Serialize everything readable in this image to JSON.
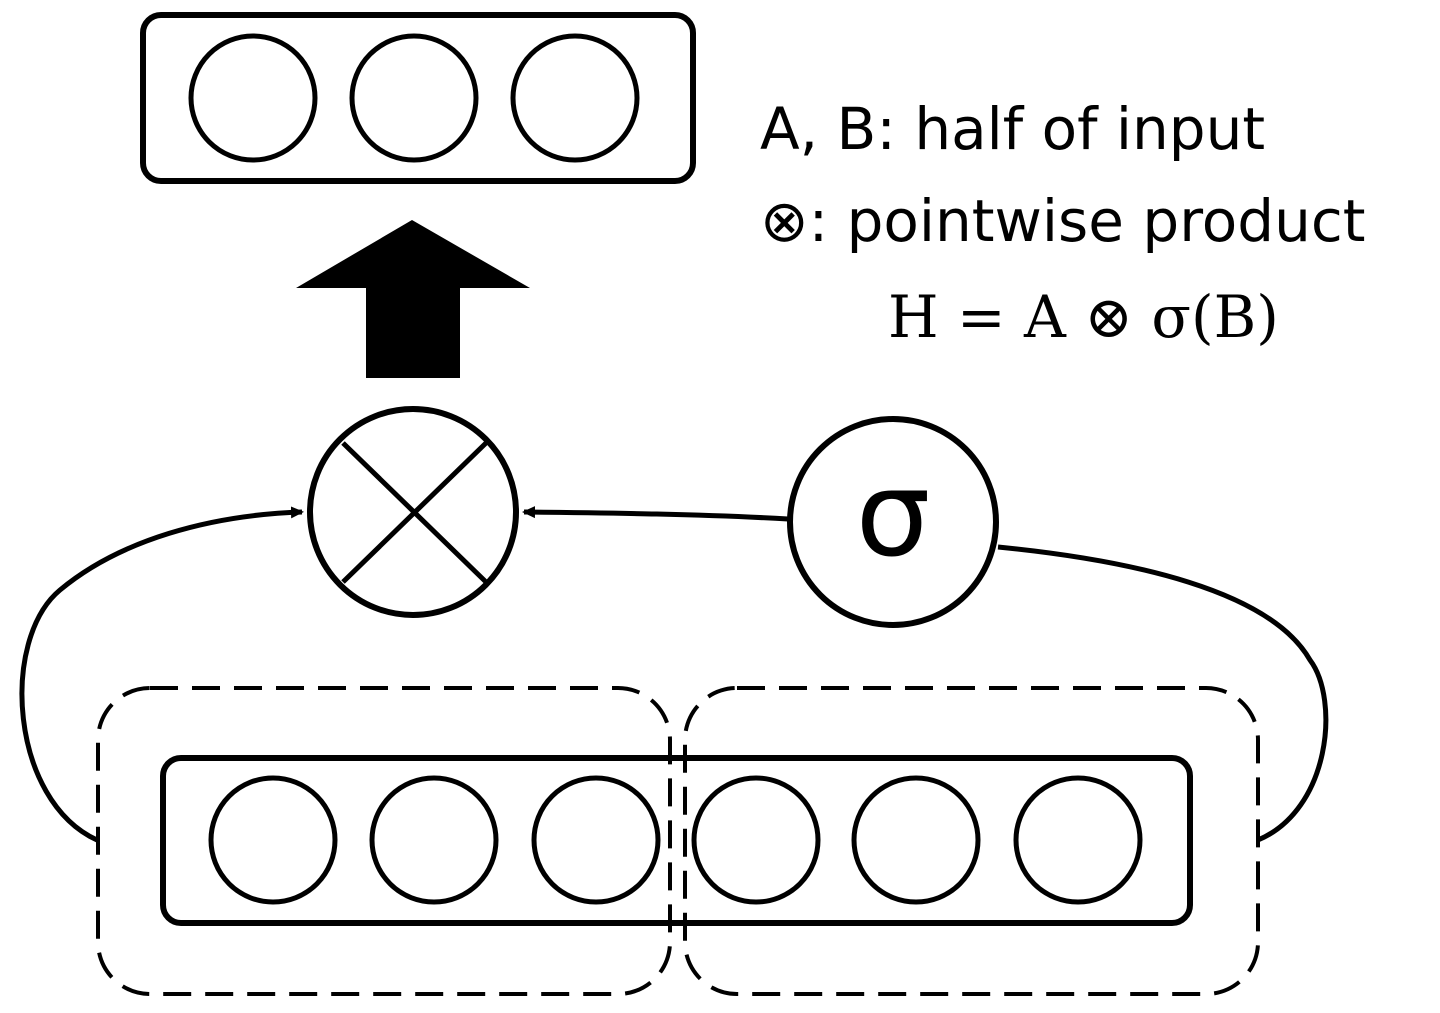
{
  "legend": {
    "line1": "A, B: half of input",
    "line2": "⊗: pointwise product",
    "line3": "H = A ⊗ σ(B)"
  },
  "gate": {
    "sigma_symbol": "σ"
  },
  "structure": {
    "output_units": 3,
    "input_units": 6,
    "input_halves": 2
  }
}
